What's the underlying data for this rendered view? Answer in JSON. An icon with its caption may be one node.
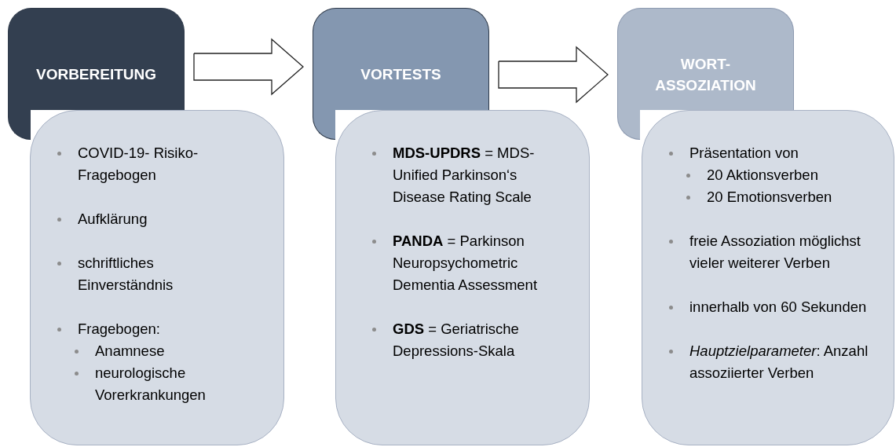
{
  "diagram": {
    "nodes": [
      {
        "text": [
          "VORBEREITUNG"
        ]
      },
      {
        "text": [
          "VORTESTS"
        ]
      },
      {
        "text": [
          "WORT- ASSOZIATION"
        ]
      },
      {
        "text": [
          "COVID-19- Risiko-Fragebogen",
          "Aufklärung",
          "schriftliches Einverständnis",
          "Fragebogen:",
          "Anamnese",
          "neurologische Vorerkrankungen"
        ]
      },
      {
        "text": [
          "**MDS-UPDRS** = MDS-Unified Parkinson‘s Disease Rating Scale",
          "**PANDA** = Parkinson Neuropsychometric Dementia Assessment",
          "**GDS** = Geriatrische Depressions-Skala"
        ]
      },
      {
        "text": [
          "Präsentation von",
          "20 Aktionsverben",
          "20 Emotionsverben",
          "freie Assoziation möglichst vieler weiterer Verben",
          "innerhalb von 60 Sekunden",
          "*Hauptzielparameter*: Anzahl assoziierter Verben"
        ]
      }
    ],
    "edges": [
      {
        "from": 0,
        "to": 1,
        "arrow": "to"
      },
      {
        "from": 1,
        "to": 2,
        "arrow": "to"
      }
    ]
  }
}
